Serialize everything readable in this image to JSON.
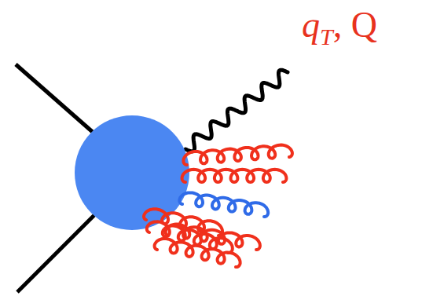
{
  "diagram": {
    "labels": [
      "q",
      "T",
      ", Q"
    ]
  }
}
